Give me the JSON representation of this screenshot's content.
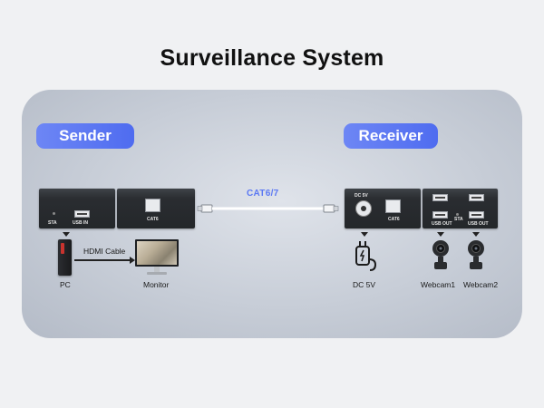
{
  "title": "Surveillance System",
  "sender": {
    "label": "Sender",
    "port_sta": "STA",
    "port_usb_in": "USB IN",
    "port_cat": "CAT6"
  },
  "receiver": {
    "label": "Receiver",
    "port_dc": "DC 5V",
    "port_cat": "CAT6",
    "port_usb_out_left": "USB OUT",
    "port_usb_out_right": "USB OUT",
    "port_sta": "STA"
  },
  "cable": {
    "label": "CAT6/7"
  },
  "devices": {
    "pc": "PC",
    "hdmi_cable": "HDMI Cable",
    "monitor": "Monitor",
    "dc": "DC 5V",
    "webcam1": "Webcam1",
    "webcam2": "Webcam2"
  },
  "colors": {
    "accent": "#5a74f2",
    "cable_text": "#5b78f3"
  }
}
